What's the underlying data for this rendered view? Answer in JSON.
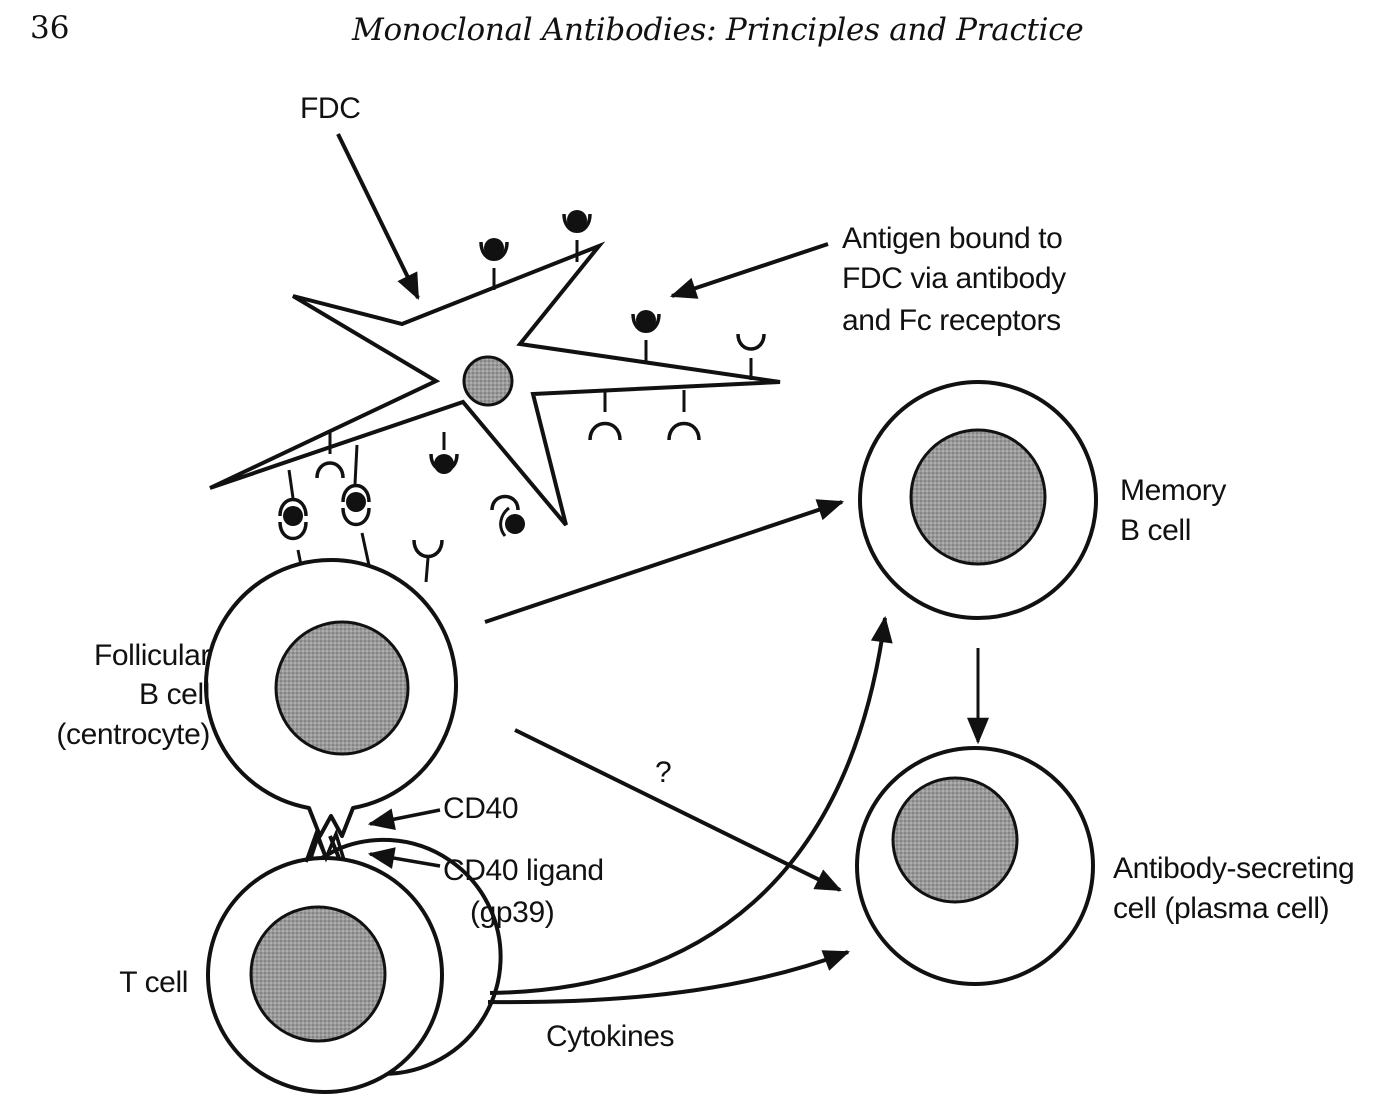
{
  "header": {
    "page_number": "36",
    "running_title": "Monoclonal Antibodies: Principles and Practice"
  },
  "diagram": {
    "labels": {
      "fdc": "FDC",
      "antigen_line1": "Antigen bound to",
      "antigen_line2": "FDC via antibody",
      "antigen_line3": "and Fc receptors",
      "memory_line1": "Memory",
      "memory_line2": "B cell",
      "follicular_line1": "Follicular",
      "follicular_line2": "B cell",
      "follicular_line3": "(centrocyte)",
      "question": "?",
      "cd40": "CD40",
      "cd40l_line1": "CD40 ligand",
      "cd40l_line2": "(gp39)",
      "tcell": "T cell",
      "cytokines": "Cytokines",
      "asc_line1": "Antibody-secreting",
      "asc_line2": "cell (plasma cell)"
    }
  }
}
